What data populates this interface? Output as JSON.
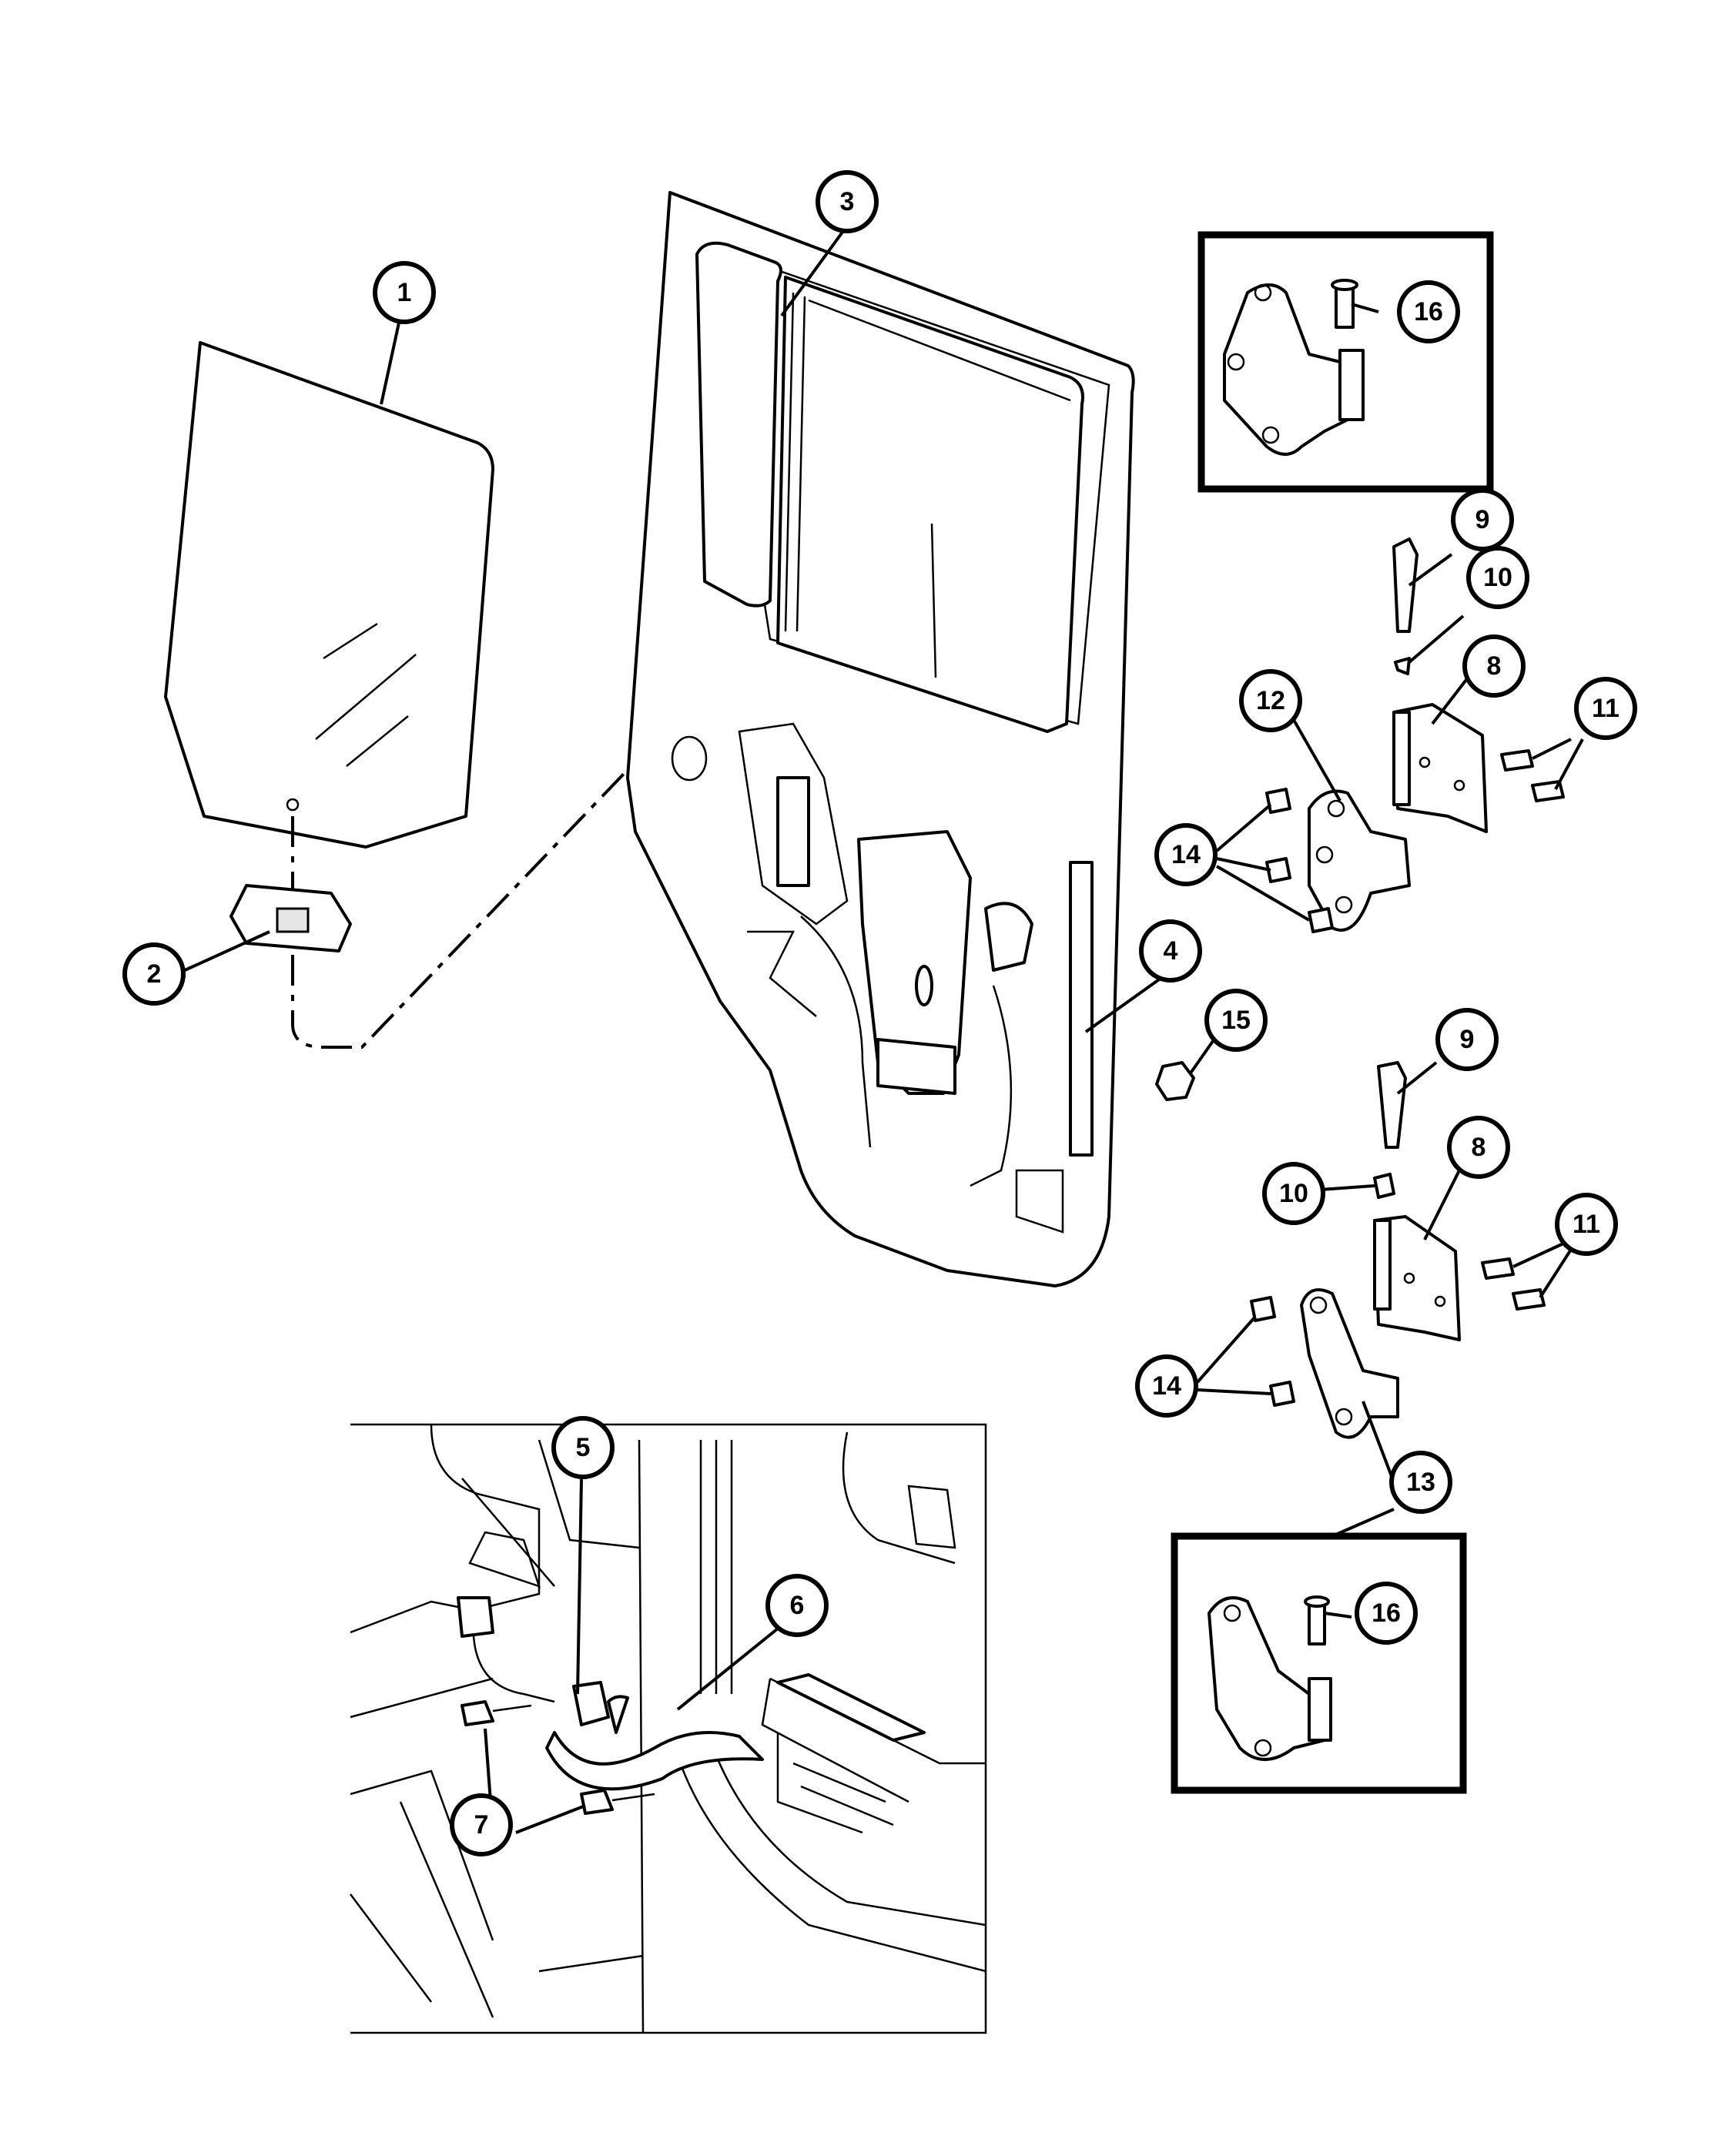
{
  "callouts": [
    {
      "id": "1",
      "label": "1"
    },
    {
      "id": "2",
      "label": "2"
    },
    {
      "id": "3",
      "label": "3"
    },
    {
      "id": "4",
      "label": "4"
    },
    {
      "id": "5",
      "label": "5"
    },
    {
      "id": "6",
      "label": "6"
    },
    {
      "id": "7",
      "label": "7"
    },
    {
      "id": "8a",
      "label": "8"
    },
    {
      "id": "8b",
      "label": "8"
    },
    {
      "id": "9a",
      "label": "9"
    },
    {
      "id": "9b",
      "label": "9"
    },
    {
      "id": "10a",
      "label": "10"
    },
    {
      "id": "10b",
      "label": "10"
    },
    {
      "id": "11a",
      "label": "11"
    },
    {
      "id": "11b",
      "label": "11"
    },
    {
      "id": "12",
      "label": "12"
    },
    {
      "id": "13",
      "label": "13"
    },
    {
      "id": "14a",
      "label": "14"
    },
    {
      "id": "14b",
      "label": "14"
    },
    {
      "id": "15",
      "label": "15"
    },
    {
      "id": "16a",
      "label": "16"
    },
    {
      "id": "16b",
      "label": "16"
    }
  ]
}
